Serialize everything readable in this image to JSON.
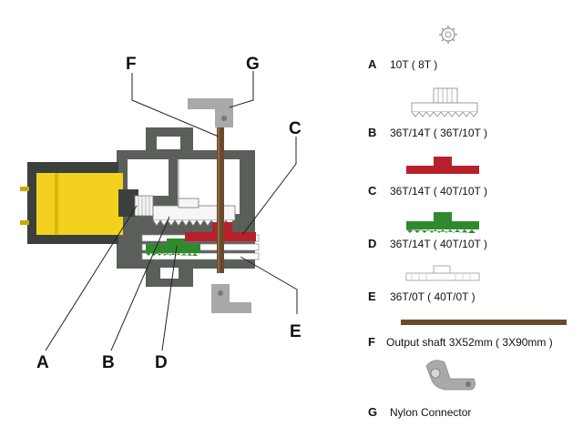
{
  "callouts": {
    "A": "A",
    "B": "B",
    "C": "C",
    "D": "D",
    "E": "E",
    "F": "F",
    "G": "G"
  },
  "legend": [
    {
      "letter": "A",
      "text": "10T ( 8T )",
      "icon": "small-gear-icon"
    },
    {
      "letter": "B",
      "text": "36T/14T ( 36T/10T )",
      "icon": "white-gear-icon"
    },
    {
      "letter": "C",
      "text": "36T/14T ( 40T/10T )",
      "icon": "red-gear-icon"
    },
    {
      "letter": "D",
      "text": "36T/14T ( 40T/10T )",
      "icon": "green-gear-icon"
    },
    {
      "letter": "E",
      "text": "36T/0T ( 40T/0T )",
      "icon": "flat-gear-icon"
    },
    {
      "letter": "F",
      "text": "Output shaft 3X52mm ( 3X90mm )",
      "icon": "output-shaft-icon"
    },
    {
      "letter": "G",
      "text": "Nylon Connector",
      "icon": "nylon-connector-icon"
    }
  ],
  "colors": {
    "motor_yellow": "#f2d21e",
    "housing_gray": "#5a5f5a",
    "gear_red": "#b8202c",
    "gear_green": "#2f8a2e",
    "shaft_brown": "#6b4a2a",
    "connector_gray": "#a9a9a9"
  }
}
